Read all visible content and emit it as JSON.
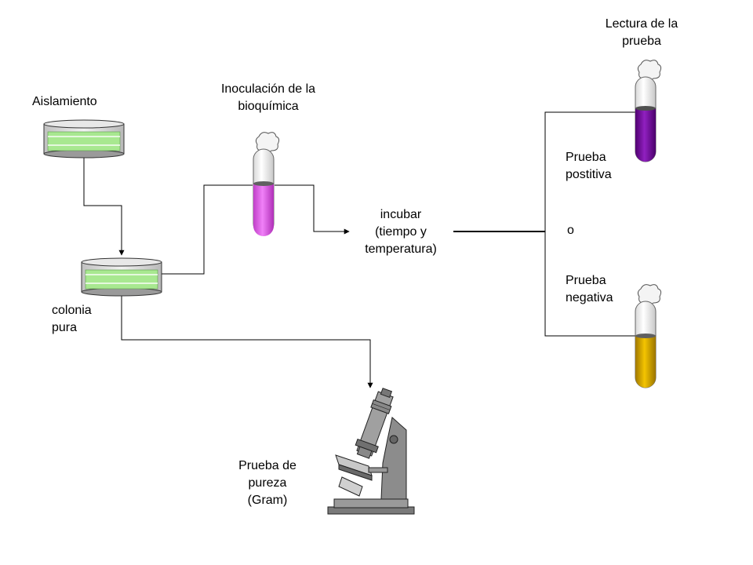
{
  "labels": {
    "isolation": "Aislamiento",
    "inoculation_line1": "Inoculación de la",
    "inoculation_line2": "bioquímica",
    "pure_colony_line1": "colonia",
    "pure_colony_line2": "pura",
    "incubate_line1": "incubar",
    "incubate_line2": "(tiempo y",
    "incubate_line3": "temperatura)",
    "reading_line1": "Lectura de la",
    "reading_line2": "prueba",
    "positive_line1": "Prueba",
    "positive_line2": "postitiva",
    "or": "o",
    "negative_line1": "Prueba",
    "negative_line2": "negativa",
    "purity_line1": "Prueba de",
    "purity_line2": "pureza",
    "purity_line3": "(Gram)"
  },
  "colors": {
    "agar_green": "#a8e890",
    "tube_magenta": "#e060e8",
    "tube_purple": "#7a10a0",
    "tube_yellow": "#e0b400",
    "microscope_gray": "#8c8c8c"
  }
}
